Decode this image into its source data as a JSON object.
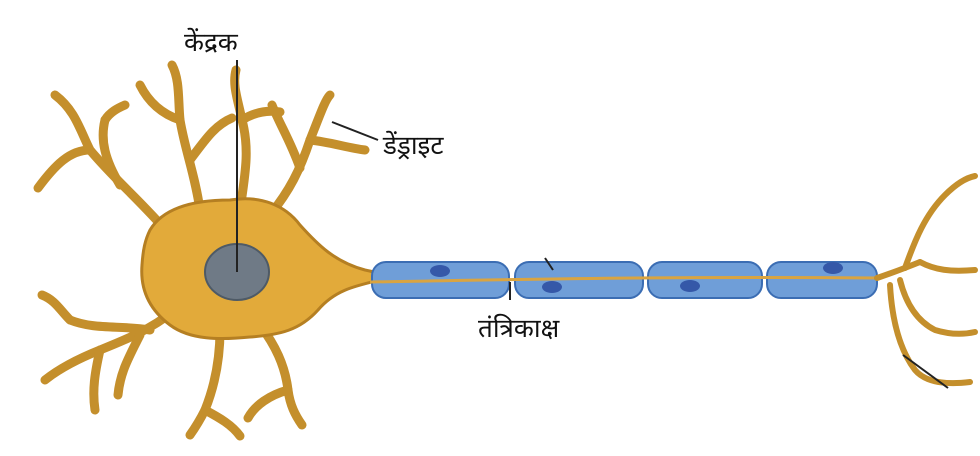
{
  "labels": {
    "nucleus": "केंद्रक",
    "dendrite": "डेंड्राइट",
    "axon": "तंत्रिकाक्ष"
  },
  "colors": {
    "cell_body": "#e2aa3a",
    "cell_outline": "#b57f22",
    "nucleus": "#6f7a86",
    "myelin": "#6f9ed8",
    "myelin_outline": "#3b6db3",
    "schwann_nucleus": "#3558a8",
    "axon_core": "#d9a441",
    "leader_line": "#222222"
  }
}
